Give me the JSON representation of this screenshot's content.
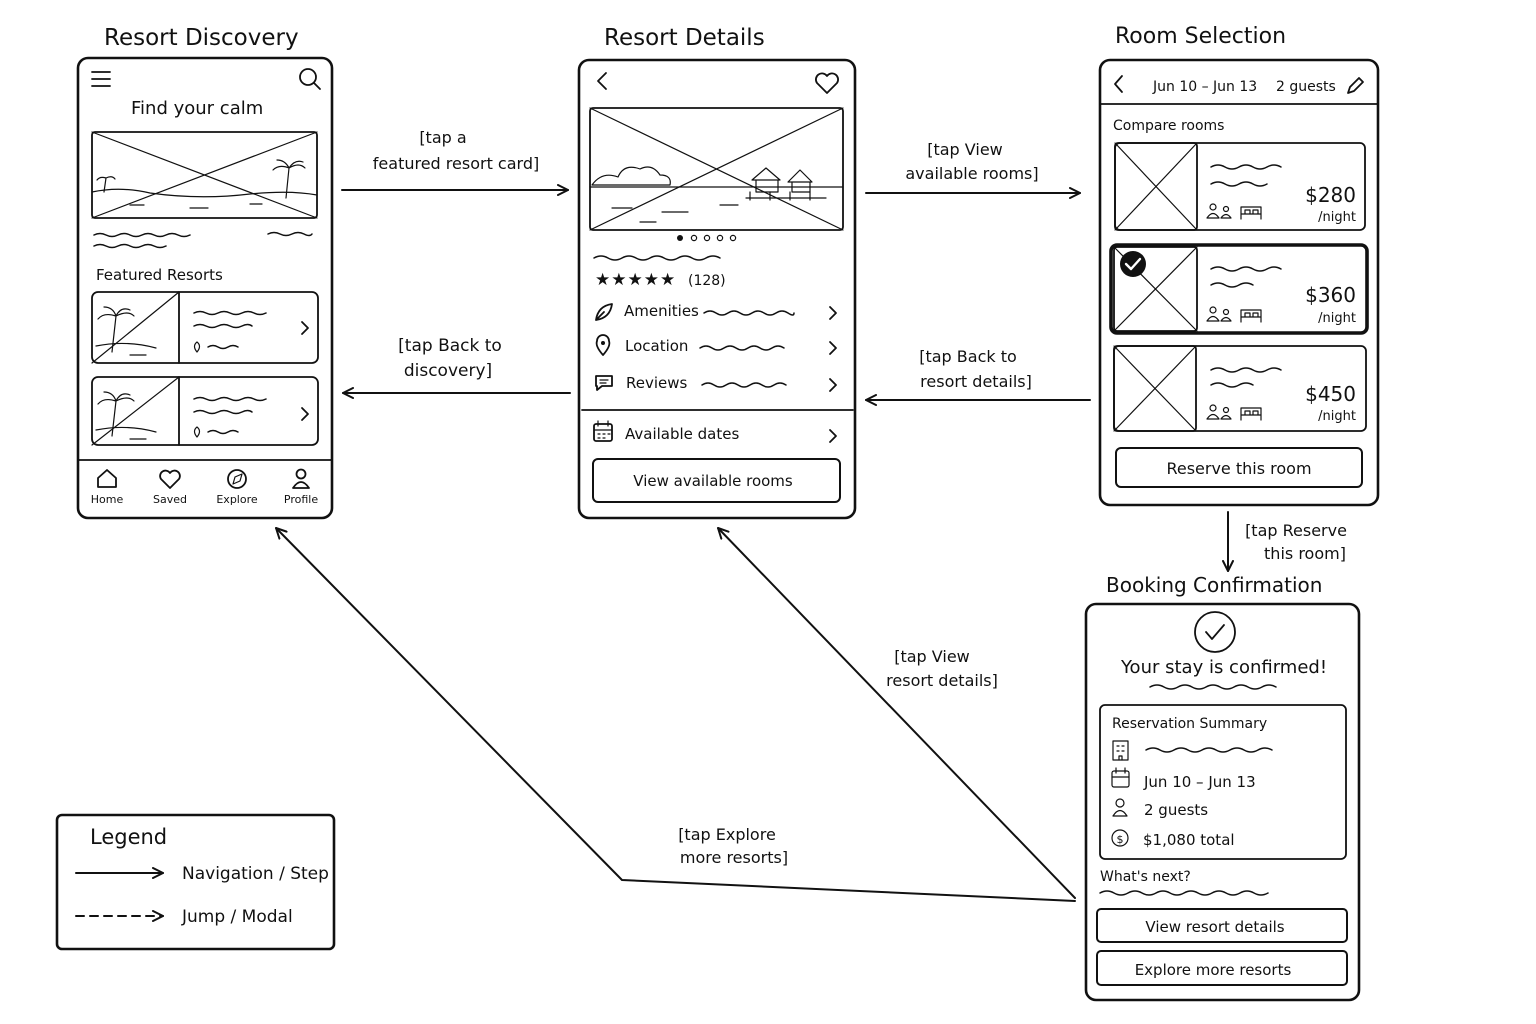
{
  "screens": {
    "discovery": {
      "title": "Resort Discovery",
      "heading": "Find your calm",
      "section_title": "Featured Resorts",
      "nav": [
        {
          "label": "Home",
          "icon": "home-icon"
        },
        {
          "label": "Saved",
          "icon": "heart-icon"
        },
        {
          "label": "Explore",
          "icon": "compass-icon"
        },
        {
          "label": "Profile",
          "icon": "user-icon"
        }
      ]
    },
    "details": {
      "title": "Resort Details",
      "rating_count": "(128)",
      "rows": [
        {
          "label": "Amenities",
          "icon": "leaf-icon"
        },
        {
          "label": "Location",
          "icon": "pin-icon"
        },
        {
          "label": "Reviews",
          "icon": "chat-icon"
        }
      ],
      "dates_label": "Available dates",
      "cta": "View available rooms"
    },
    "rooms": {
      "title": "Room Selection",
      "dates": "Jun 10 – Jun 13",
      "guests": "2 guests",
      "compare_label": "Compare rooms",
      "options": [
        {
          "price": "$280",
          "unit": "/night",
          "selected": false
        },
        {
          "price": "$360",
          "unit": "/night",
          "selected": true
        },
        {
          "price": "$450",
          "unit": "/night",
          "selected": false
        }
      ],
      "cta": "Reserve this room"
    },
    "confirmation": {
      "title": "Booking Confirmation",
      "headline": "Your stay is confirmed!",
      "summary_title": "Reservation Summary",
      "dates": "Jun 10 – Jun 13",
      "guests": "2 guests",
      "total": "$1,080 total",
      "next_label": "What's next?",
      "btn_details": "View resort details",
      "btn_explore": "Explore more resorts"
    }
  },
  "transitions": [
    {
      "text": [
        "[tap a",
        "featured resort card]"
      ]
    },
    {
      "text": [
        "[tap View",
        "available rooms]"
      ]
    },
    {
      "text": [
        "[tap Back to",
        "discovery]"
      ]
    },
    {
      "text": [
        "[tap Back to",
        "resort details]"
      ]
    },
    {
      "text": [
        "[tap Reserve",
        "this room]"
      ]
    },
    {
      "text": [
        "[tap View",
        "resort details]"
      ]
    },
    {
      "text": [
        "[tap Explore",
        "more resorts]"
      ]
    }
  ],
  "legend": {
    "title": "Legend",
    "items": [
      {
        "label": "Navigation / Step",
        "style": "solid"
      },
      {
        "label": "Jump / Modal",
        "style": "dashed"
      }
    ]
  }
}
